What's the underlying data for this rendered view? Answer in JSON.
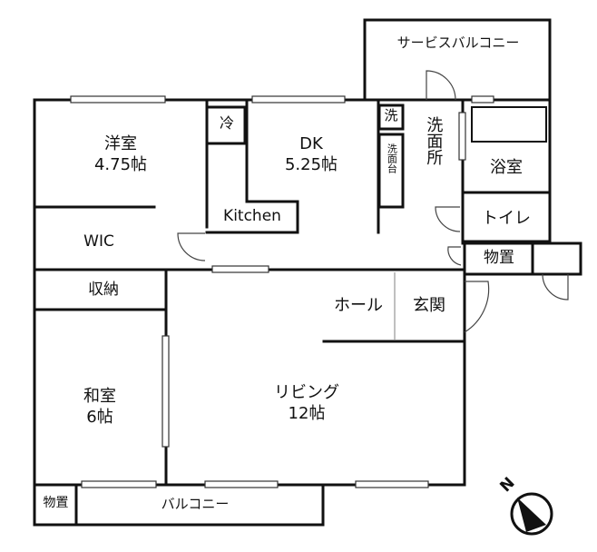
{
  "rooms": {
    "youshitsu": {
      "name": "洋室",
      "size": "4.75帖"
    },
    "dk": {
      "name": "DK",
      "size": "5.25帖"
    },
    "washitsu": {
      "name": "和室",
      "size": "6帖"
    },
    "living": {
      "name": "リビング",
      "size": "12帖"
    }
  },
  "labels": {
    "service_balcony": "サービスバルコニー",
    "rei": "冷",
    "sen": "洗",
    "senmendai": "洗面台",
    "senmenjo": "洗面所",
    "yokushitsu": "浴室",
    "toilet": "トイレ",
    "monooki_right": "物置",
    "kitchen": "Kitchen",
    "wic": "WIC",
    "shuunou": "収納",
    "hall": "ホール",
    "genkan": "玄関",
    "monooki_left": "物置",
    "balcony": "バルコニー",
    "compass": "N"
  },
  "colors": {
    "wall": "#111111",
    "window": "#9a9a9a",
    "background": "#ffffff"
  }
}
